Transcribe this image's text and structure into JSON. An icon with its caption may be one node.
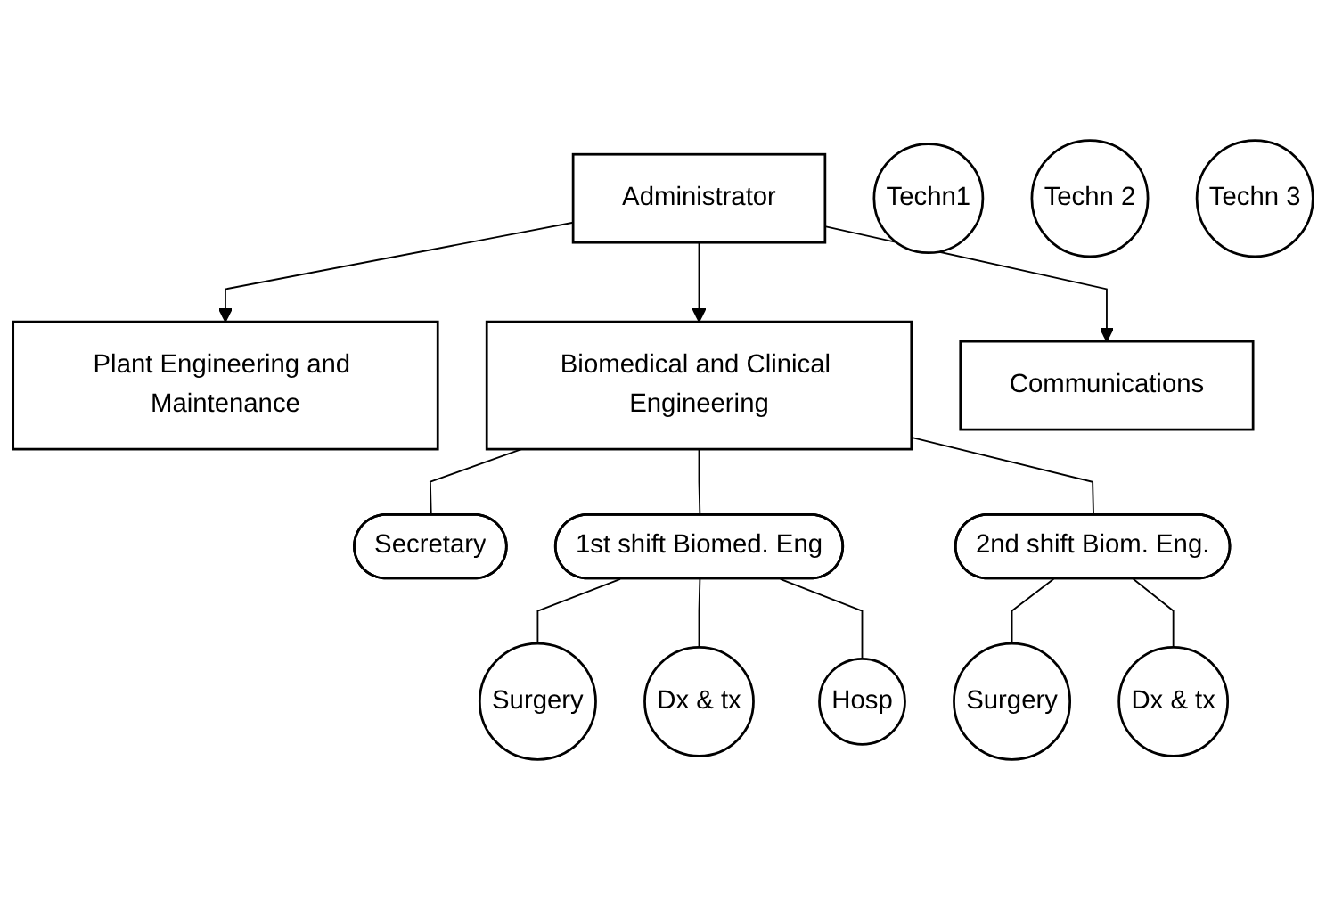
{
  "diagram": {
    "nodes": [
      {
        "text": [
          "Administrator"
        ]
      },
      {
        "text": [
          "Plant Engineering and Maintenance"
        ]
      },
      {
        "text": [
          "Biomedical and Clinical Engineering"
        ]
      },
      {
        "text": [
          "Communications"
        ]
      },
      {
        "text": [
          "Secretary"
        ]
      },
      {
        "text": [
          "1st shift Biomed. Eng"
        ]
      },
      {
        "text": [
          "2nd shift Biom. Eng."
        ]
      },
      {
        "text": [
          "Surgery"
        ]
      },
      {
        "text": [
          "Dx & tx"
        ]
      },
      {
        "text": [
          "Hosp"
        ]
      },
      {
        "text": [
          "Techn1"
        ]
      },
      {
        "text": [
          "Techn 2"
        ]
      },
      {
        "text": [
          "Surgery"
        ]
      },
      {
        "text": [
          "Dx & tx"
        ]
      },
      {
        "text": [
          "Techn 3"
        ]
      }
    ],
    "edges": [
      {
        "from": 0,
        "to": 1,
        "arrow": "to"
      },
      {
        "from": 0,
        "to": 2,
        "arrow": "to"
      },
      {
        "from": 0,
        "to": 3,
        "arrow": "to"
      },
      {
        "from": 2,
        "to": 4,
        "arrow": "none"
      },
      {
        "from": 2,
        "to": 5,
        "arrow": "none"
      },
      {
        "from": 2,
        "to": 6,
        "arrow": "none"
      },
      {
        "from": 5,
        "to": 7,
        "arrow": "none"
      },
      {
        "from": 5,
        "to": 8,
        "arrow": "none"
      },
      {
        "from": 5,
        "to": 9,
        "arrow": "none"
      },
      {
        "from": 6,
        "to": 12,
        "arrow": "none"
      },
      {
        "from": 6,
        "to": 13,
        "arrow": "none"
      }
    ]
  }
}
